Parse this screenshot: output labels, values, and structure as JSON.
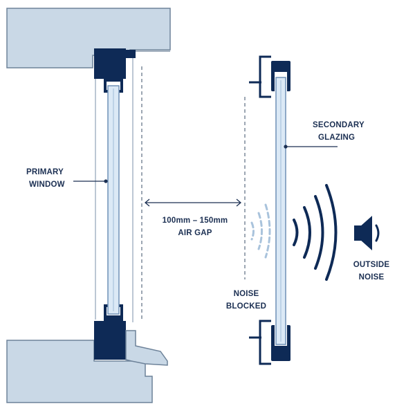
{
  "colors": {
    "navy": "#0e2a56",
    "wall": "#c9d8e6",
    "wall_edge": "#6d8299",
    "glass": "#dbe9f6",
    "glass_edge": "#6e8fb6",
    "text": "#1b2f52",
    "wave_light": "#a9c3dc",
    "dashed": "#5b6b80"
  },
  "labels": {
    "primary_window": [
      "PRIMARY",
      "WINDOW"
    ],
    "secondary_glazing": [
      "SECONDARY",
      "GLAZING"
    ],
    "air_gap": [
      "100mm – 150mm",
      "AIR GAP"
    ],
    "noise_blocked": [
      "NOISE",
      "BLOCKED"
    ],
    "outside_noise": [
      "OUTSIDE",
      "NOISE"
    ]
  },
  "icons": {
    "speaker": "speaker-icon",
    "outside_waves": "sound-waves-icon",
    "blocked_waves": "faded-sound-waves-icon"
  }
}
